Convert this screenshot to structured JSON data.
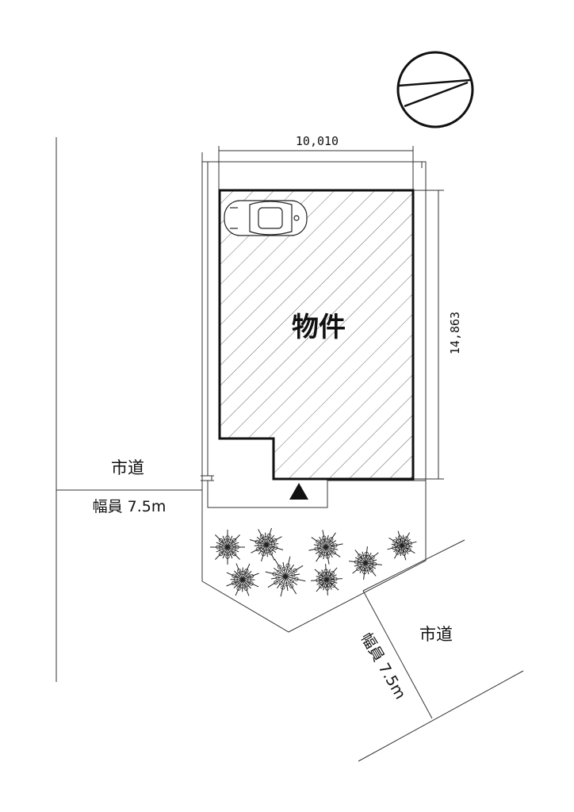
{
  "property": {
    "label": "物件"
  },
  "dimensions": {
    "width_label": "10,010",
    "depth_label": "14,863"
  },
  "roads": {
    "west": {
      "type": "市道",
      "width": "幅員 7.5m"
    },
    "southeast": {
      "type": "市道",
      "width": "幅員 7.5m"
    }
  },
  "icons": {
    "compass": "north-arrow-compass-icon",
    "car": "car-icon",
    "entrance": "entrance-triangle-icon",
    "trees": "tree-icon"
  },
  "colors": {
    "line": "#111111",
    "hatch": "#555555",
    "background": "#ffffff"
  }
}
